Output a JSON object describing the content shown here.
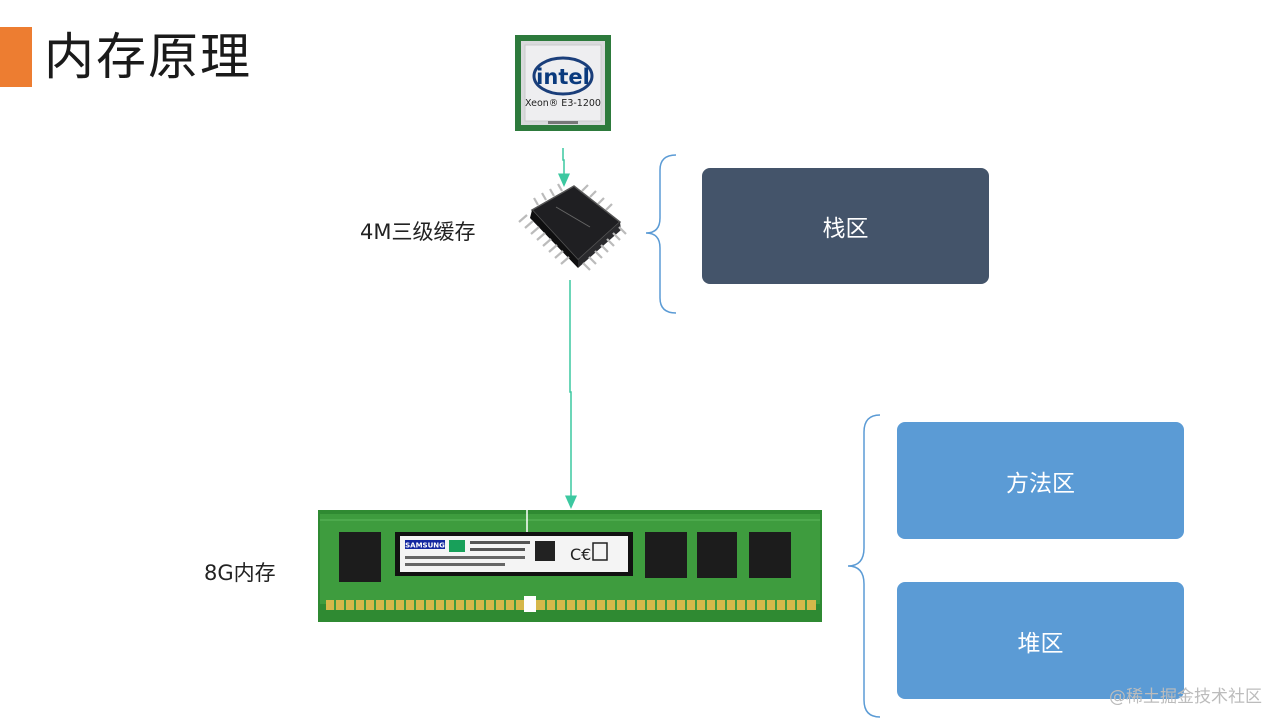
{
  "title": "内存原理",
  "cpu": {
    "brand": "intel",
    "model": "Xeon® E3-1200"
  },
  "cache_label": "4M三级缓存",
  "ram_label": "8G内存",
  "ram_sticker": "SAMSUNG",
  "boxes": {
    "stack": "栈区",
    "method": "方法区",
    "heap": "堆区"
  },
  "watermark": "@稀土掘金技术社区",
  "colors": {
    "accent": "#ED7D31",
    "stack": "#44546A",
    "method": "#5B9BD5",
    "heap": "#5B9BD5",
    "arrow": "#3CC8A0",
    "bracket": "#5B9BD5"
  }
}
